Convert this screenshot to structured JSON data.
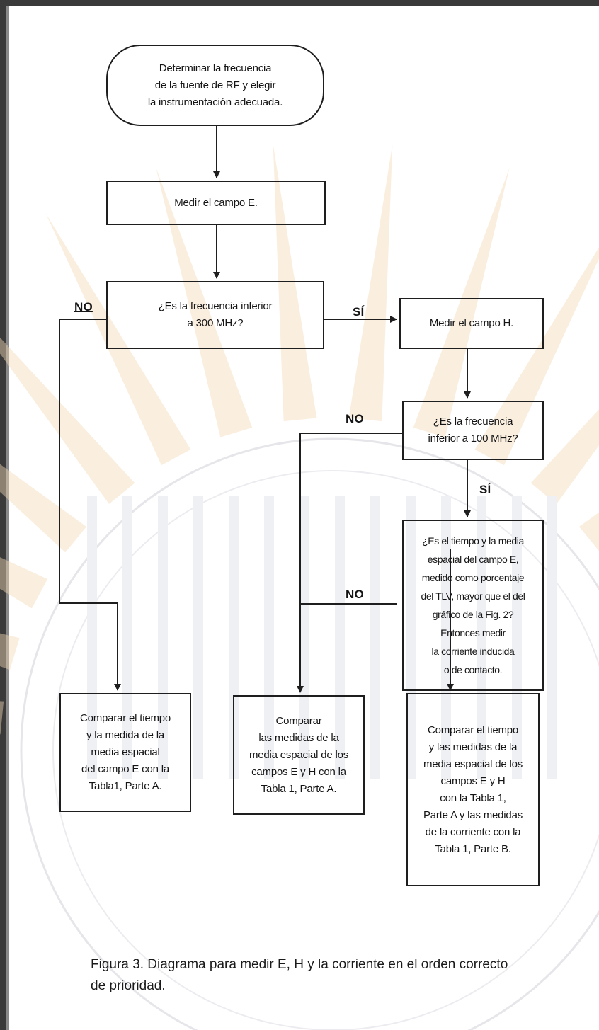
{
  "flowchart": {
    "start": "Determinar la frecuencia\nde la fuente de RF y elegir\nla instrumentación adecuada.",
    "measure_e": "Medir el campo E.",
    "decision_300": "¿Es la frecuencia inferior\na 300 MHz?",
    "measure_h": "Medir el campo H.",
    "decision_100": "¿Es la frecuencia\ninferior a 100 MHz?",
    "decision_tlv": "¿Es el tiempo y la media\nespacial del campo E,\nmedido como porcentaje\ndel TLV, mayor que el del\ngráfico de la Fig. 2?\nEntonces medir\nla corriente inducida\no de contacto.",
    "result_left": "Comparar el tiempo\ny la medida de la\nmedia espacial\ndel campo E con la\nTabla1, Parte A.",
    "result_middle": "Comparar\nlas medidas de la\nmedia espacial de los\ncampos E y H con la\nTabla 1, Parte A.",
    "result_right": "Comparar el tiempo\ny las medidas de la\nmedia espacial de los\ncampos E y H\ncon la Tabla 1,\nParte A y las medidas\nde la corriente con la\nTabla 1, Parte B.",
    "labels": {
      "no_1": "NO",
      "si_1": "SÍ",
      "no_2": "NO",
      "si_2": "SÍ",
      "no_3": "NO"
    }
  },
  "caption": "Figura 3. Diagrama para medir E, H y la corriente en el orden correcto\n      de prioridad.",
  "colors": {
    "ink": "#1e1e1e",
    "watermark": "#f3d9b8",
    "frame": "#3a3a3a"
  }
}
